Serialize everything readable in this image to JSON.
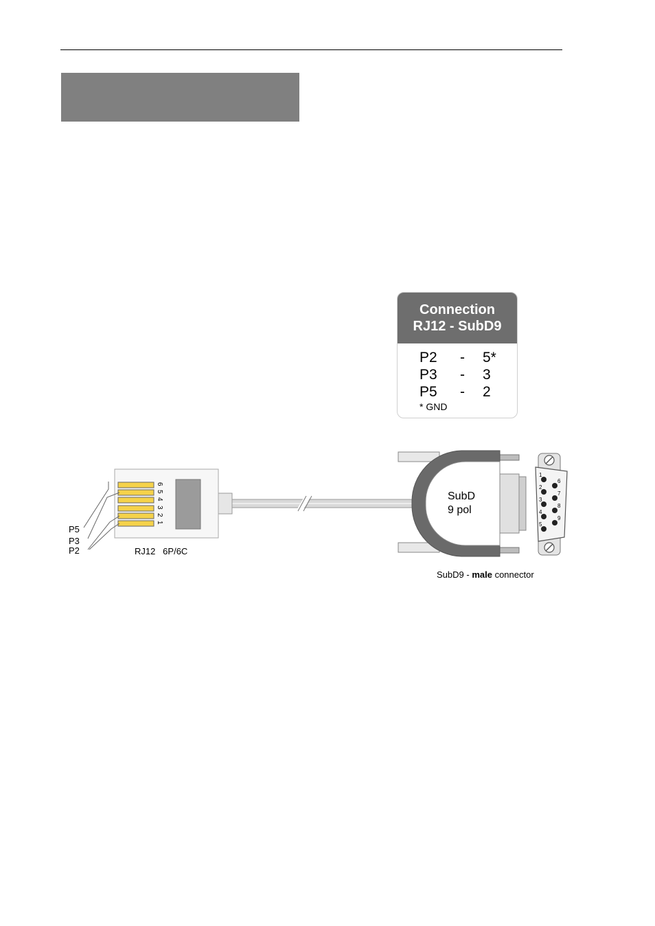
{
  "connection_box": {
    "title_line1": "Connection",
    "title_line2": "RJ12  - SubD9",
    "rows": [
      {
        "left": "P2",
        "dash": "-",
        "right": "5*"
      },
      {
        "left": "P3",
        "dash": "-",
        "right": "3"
      },
      {
        "left": "P5",
        "dash": "-",
        "right": "2"
      }
    ],
    "note": "* GND"
  },
  "rj12": {
    "label": "RJ12   6P/6C",
    "pin_numbers": [
      "6",
      "5",
      "4",
      "3",
      "2",
      "1"
    ],
    "callouts": [
      "P5",
      "P3",
      "P2"
    ]
  },
  "subd": {
    "body_line1": "SubD",
    "body_line2": "9 pol",
    "caption_prefix": "SubD9 - ",
    "caption_bold": "male",
    "caption_suffix": " connector",
    "pin_labels_top": [
      "1",
      "2",
      "3",
      "4",
      "5"
    ],
    "pin_labels_bottom": [
      "6",
      "7",
      "8",
      "9"
    ]
  },
  "colors": {
    "pin_yellow": "#f5d24a",
    "header_grey": "#6e6e6e",
    "band_grey": "#808080",
    "connector_dark": "#6a6a6a"
  }
}
